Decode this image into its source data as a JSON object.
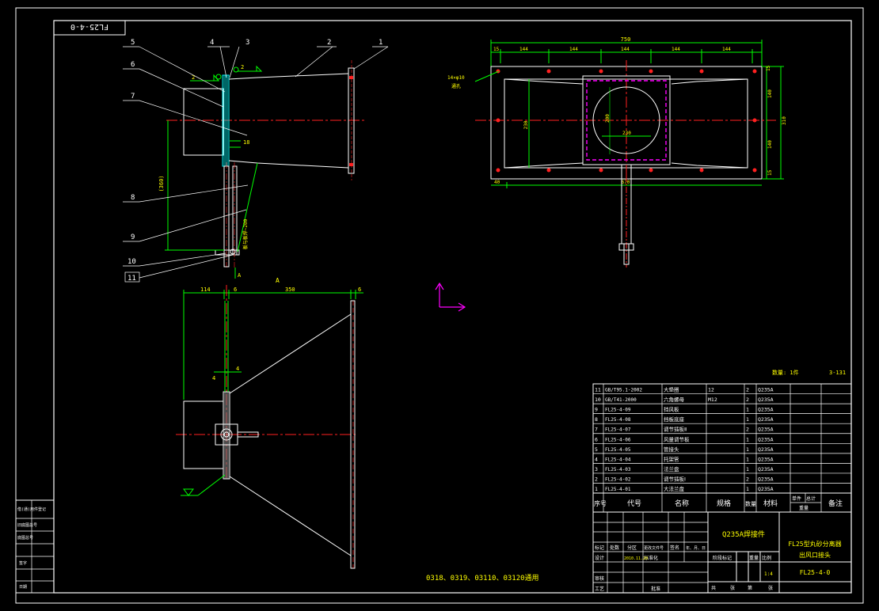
{
  "drawing_number_rotated": "FL25-4-0",
  "part_balloons": [
    "1",
    "2",
    "3",
    "4",
    "5",
    "6",
    "7",
    "8",
    "9",
    "10",
    "11"
  ],
  "weld_symbols": {
    "left": "2",
    "right": "2"
  },
  "side_view": {
    "dim_vertical": "(360)",
    "dim_small": "18",
    "note_vertical": "板与板焊~200"
  },
  "section_marker": "A",
  "top_view": {
    "dims_top": [
      "114",
      "6",
      "350",
      "6"
    ],
    "weld_a": "4",
    "weld_b": "4"
  },
  "front_view": {
    "overall_width": "750",
    "segments": [
      "15",
      "144",
      "144",
      "144",
      "144",
      "144"
    ],
    "bottom_dims": [
      "40",
      "670"
    ],
    "right_dims": [
      "15",
      "140",
      "140",
      "15"
    ],
    "right_total": "310",
    "height_left": "230",
    "circle_dim": "200",
    "square_dim": "230",
    "hole_note": "14×φ10",
    "hole_note_2": "通孔"
  },
  "header_above_table": {
    "qty": "数量: 1件",
    "code": "3-131"
  },
  "bom": {
    "rows": [
      {
        "no": "11",
        "code": "GB/T95.1-2002",
        "name": "大垫圈",
        "spec": "12",
        "qty": "2",
        "mat": "Q235A"
      },
      {
        "no": "10",
        "code": "GB/T41-2000",
        "name": "六角螺母",
        "spec": "M12",
        "qty": "2",
        "mat": "Q235A"
      },
      {
        "no": "9",
        "code": "FL25-4-09",
        "name": "挡风板",
        "spec": "",
        "qty": "1",
        "mat": "Q235A"
      },
      {
        "no": "8",
        "code": "FL25-4-08",
        "name": "挡板底座",
        "spec": "",
        "qty": "1",
        "mat": "Q235A"
      },
      {
        "no": "7",
        "code": "FL25-4-07",
        "name": "调节插板Ⅱ",
        "spec": "",
        "qty": "2",
        "mat": "Q235A"
      },
      {
        "no": "6",
        "code": "FL25-4-06",
        "name": "风量调节板",
        "spec": "",
        "qty": "1",
        "mat": "Q235A"
      },
      {
        "no": "5",
        "code": "FL25-4-05",
        "name": "管接头",
        "spec": "",
        "qty": "1",
        "mat": "Q235A"
      },
      {
        "no": "4",
        "code": "FL25-4-04",
        "name": "托架管",
        "spec": "",
        "qty": "1",
        "mat": "Q235A"
      },
      {
        "no": "3",
        "code": "FL25-4-03",
        "name": "法兰盘",
        "spec": "",
        "qty": "1",
        "mat": "Q235A"
      },
      {
        "no": "2",
        "code": "FL25-4-02",
        "name": "调节插板Ⅰ",
        "spec": "",
        "qty": "2",
        "mat": "Q235A"
      },
      {
        "no": "1",
        "code": "FL25-4-01",
        "name": "大法兰盘",
        "spec": "",
        "qty": "1",
        "mat": "Q235A"
      }
    ],
    "headers": {
      "no": "序号",
      "code": "代号",
      "name": "名称",
      "spec": "规格",
      "qty": "数量",
      "mat": "材料",
      "unit": "单件",
      "total": "总计",
      "weight": "重量",
      "remark": "备注"
    }
  },
  "title_block": {
    "material_note": "Q235A焊接件",
    "product_line1": "FL25型丸砂分离器",
    "product_line2": "出风口接头",
    "drawing_no": "FL25-4-0",
    "scale": "1:4",
    "labels": {
      "marks": "标记",
      "count": "处数",
      "zone": "分区",
      "change_doc": "更改文件号",
      "sign": "签名",
      "date": "年、月、日",
      "design": "设计",
      "standardize": "标准化",
      "stage_mark": "阶段标记",
      "weight": "重量",
      "scale": "比例",
      "review": "审核",
      "process": "工艺",
      "approve": "批准",
      "sheets_total": "共",
      "sheets_unit": "张",
      "sheet_no": "第",
      "sheet_unit": "张",
      "date_value": "2010.11.20"
    }
  },
  "left_strip": [
    "借(通)用件登记",
    "旧底图总号",
    "底图总号",
    "签字",
    "日期"
  ],
  "usage_note": "0318、0319、03110、03120通用",
  "colors": {
    "border": "#ffffff",
    "outline": "#ffffff",
    "dim": "#00ff00",
    "center": "#ff2020",
    "hidden": "#ff00ff",
    "text": "#ffffff",
    "dim_text": "#ffff00",
    "hatch": "#00ffff"
  }
}
